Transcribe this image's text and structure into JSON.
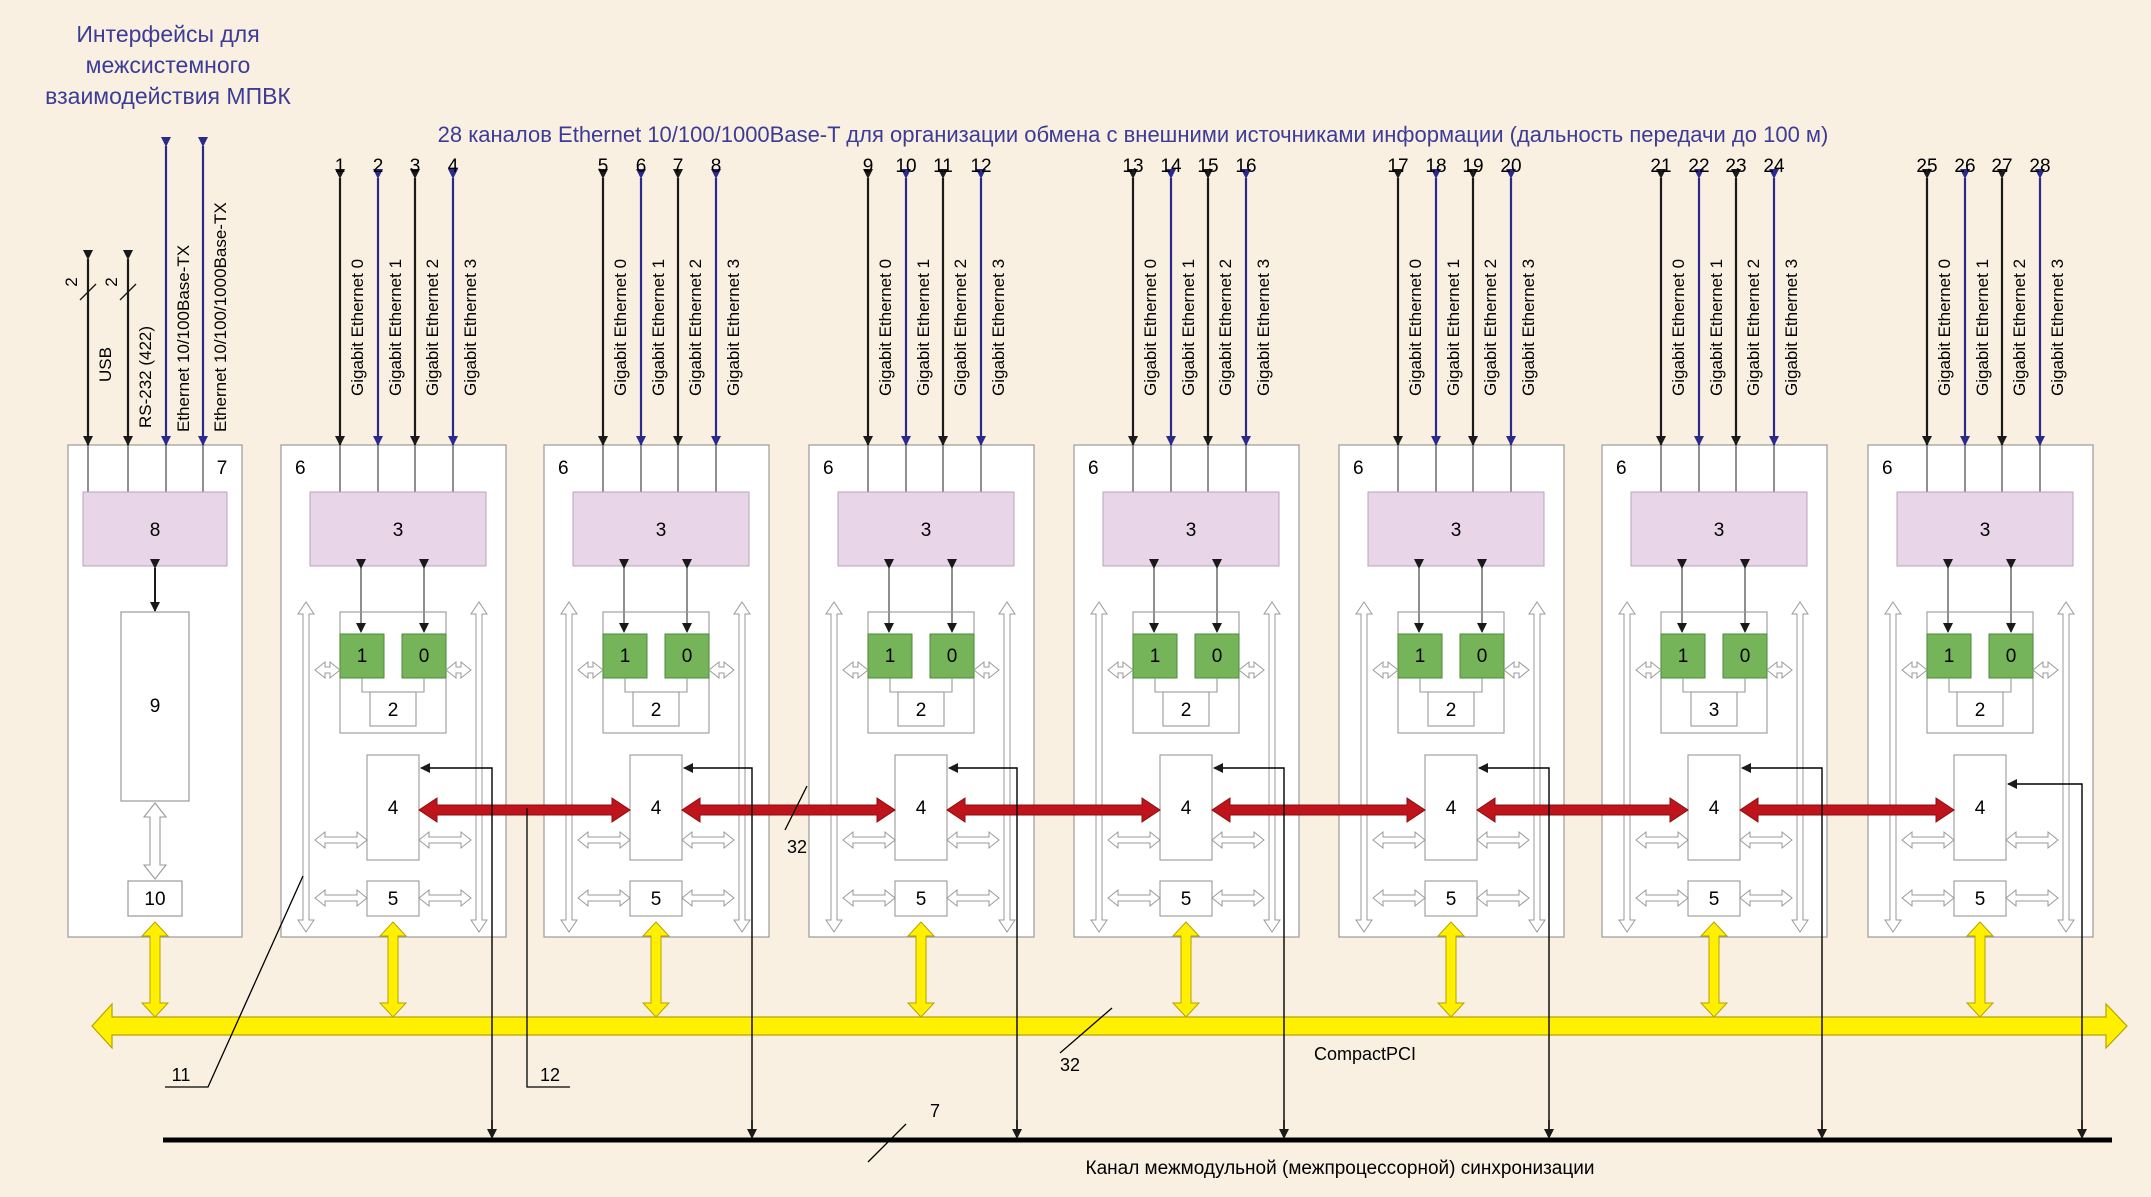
{
  "title": {
    "lines": [
      "Интерфейсы для",
      "межсистемного",
      "взаимодействия МПВК"
    ]
  },
  "header": "28 каналов Ethernet 10/100/1000Base-T для организации обмена с внешними источниками информации (дальность передачи до 100 м)",
  "left_module": {
    "number": "7",
    "interfaces": [
      "USB",
      "RS-232 (422)",
      "Ethernet 10/100Base-TX",
      "Ethernet 10/100/1000Base-TX"
    ],
    "width_labels": [
      "2",
      "2"
    ],
    "block_top": "8",
    "block_main": "9",
    "block_bottom": "10"
  },
  "modules": [
    {
      "label": "6",
      "block3": "3",
      "cpu1": "1",
      "cpu0": "0",
      "block2": "2",
      "block4": "4",
      "block5": "5",
      "channels": [
        "1",
        "2",
        "3",
        "4"
      ]
    },
    {
      "label": "6",
      "block3": "3",
      "cpu1": "1",
      "cpu0": "0",
      "block2": "2",
      "block4": "4",
      "block5": "5",
      "channels": [
        "5",
        "6",
        "7",
        "8"
      ]
    },
    {
      "label": "6",
      "block3": "3",
      "cpu1": "1",
      "cpu0": "0",
      "block2": "2",
      "block4": "4",
      "block5": "5",
      "channels": [
        "9",
        "10",
        "11",
        "12"
      ]
    },
    {
      "label": "6",
      "block3": "3",
      "cpu1": "1",
      "cpu0": "0",
      "block2": "2",
      "block4": "4",
      "block5": "5",
      "channels": [
        "13",
        "14",
        "15",
        "16"
      ]
    },
    {
      "label": "6",
      "block3": "3",
      "cpu1": "1",
      "cpu0": "0",
      "block2": "2",
      "block4": "4",
      "block5": "5",
      "channels": [
        "17",
        "18",
        "19",
        "20"
      ]
    },
    {
      "label": "6",
      "block3": "3",
      "cpu1": "1",
      "cpu0": "0",
      "block2": "3",
      "block4": "4",
      "block5": "5",
      "channels": [
        "21",
        "22",
        "23",
        "24"
      ]
    },
    {
      "label": "6",
      "block3": "3",
      "cpu1": "1",
      "cpu0": "0",
      "block2": "2",
      "block4": "4",
      "block5": "5",
      "channels": [
        "25",
        "26",
        "27",
        "28"
      ]
    }
  ],
  "port_labels": [
    "Gigabit Ethernet 0",
    "Gigabit Ethernet 1",
    "Gigabit Ethernet 2",
    "Gigabit Ethernet 3"
  ],
  "bus_label": "CompactPCI",
  "sync_label": "Канал межмодульной (межпроцессорной) синхронизации",
  "callouts": {
    "c32_red": "32",
    "c32_bus": "32",
    "c11": "11",
    "c12": "12",
    "c7": "7"
  },
  "colors": {
    "background": "#faf0e1",
    "dark_arrow": "#1a1a1a",
    "blue_arrow": "#2a2a8a",
    "block3_fill": "#e8d5e8",
    "cpu_fill": "#76b45a",
    "red_bus": "#c0141c",
    "yellow_bus": "#fff000",
    "title_text": "#3c3c96"
  }
}
